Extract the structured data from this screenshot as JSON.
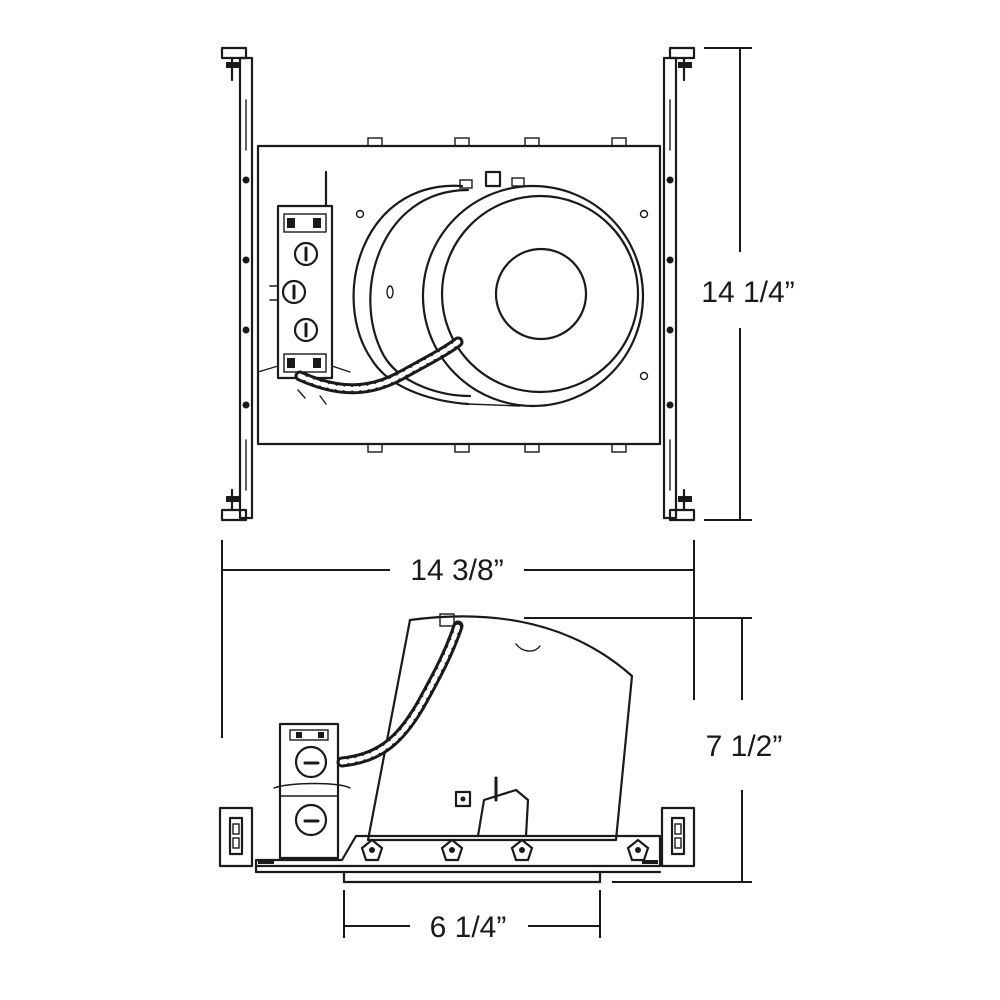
{
  "dimensions": {
    "height": "14 1/4”",
    "width": "14 3/8”",
    "depth": "7 1/2”",
    "aperture": "6 1/4”"
  },
  "colors": {
    "line": "#1a1a1a",
    "background": "#ffffff"
  }
}
